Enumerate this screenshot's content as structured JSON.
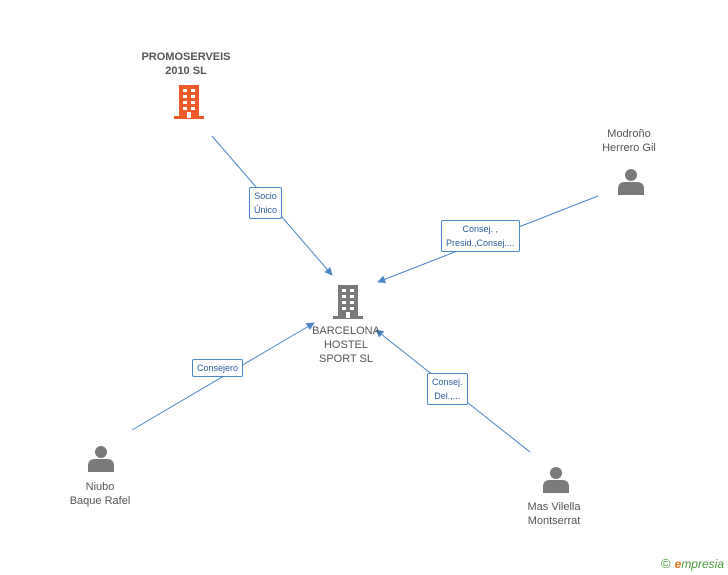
{
  "nodes": {
    "promoserveis": {
      "line1": "PROMOSERVEIS",
      "line2": "2010 SL",
      "color": "#f05a28"
    },
    "barcelona": {
      "line1": "BARCELONA",
      "line2": "HOSTEL",
      "line3": "SPORT  SL",
      "color": "#7a7a7a"
    },
    "modrono": {
      "line1": "Modroño",
      "line2": "Herrero Gil"
    },
    "niubo": {
      "line1": "Niubo",
      "line2": "Baque Rafel"
    },
    "masvilella": {
      "line1": "Mas Vilella",
      "line2": "Montserrat"
    }
  },
  "edges": {
    "socio": {
      "line1": "Socio",
      "line2": "Único"
    },
    "consej_presid": {
      "line1": "Consej. ,",
      "line2": "Presid.,Consej...."
    },
    "consejero": {
      "line1": "Consejero"
    },
    "consej_del": {
      "line1": "Consej.",
      "line2": "Del.,..."
    }
  },
  "colors": {
    "edge": "#4a86c8",
    "person": "#7a7a7a"
  },
  "footer": {
    "copyright": "©",
    "brand_first": "e",
    "brand_rest": "mpresia"
  }
}
